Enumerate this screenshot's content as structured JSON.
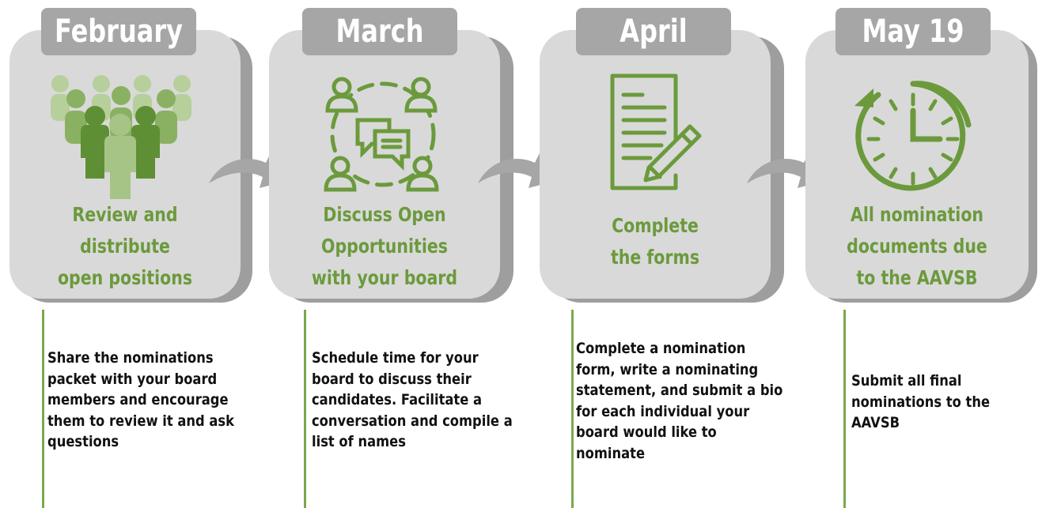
{
  "steps": [
    {
      "month": "February",
      "title_lines": [
        "Review and",
        "distribute",
        "open positions"
      ],
      "description_lines": [
        "Share the nominations",
        "packet with your board",
        "members and encourage",
        "them to review it and ask",
        "questions"
      ],
      "icon": "people-group-icon"
    },
    {
      "month": "March",
      "title_lines": [
        "Discuss Open",
        "Opportunities",
        "with your board"
      ],
      "description_lines": [
        "Schedule time for your",
        "board to discuss their",
        "candidates. Facilitate a",
        "conversation and compile a",
        "list of names"
      ],
      "icon": "discussion-circle-icon"
    },
    {
      "month": "April",
      "title_lines": [
        "Complete",
        "the forms"
      ],
      "description_lines": [
        "Complete a nomination",
        "form, write a nominating",
        "statement, and submit a bio",
        "for each individual your",
        "board would like to",
        "nominate"
      ],
      "icon": "document-pencil-icon"
    },
    {
      "month": "May 19",
      "title_lines": [
        "All nomination",
        "documents due",
        "to the AAVSB"
      ],
      "description_lines": [
        "Submit all final",
        "nominations to the",
        "AAVSB"
      ],
      "icon": "clock-icon"
    }
  ],
  "colors": {
    "accent_green": "#6b9a3c",
    "card_fill": "#d9d9d9",
    "card_shadow": "#9e9e9e",
    "tab_fill": "#a6a6a6",
    "arrow": "#a6a6a6"
  }
}
